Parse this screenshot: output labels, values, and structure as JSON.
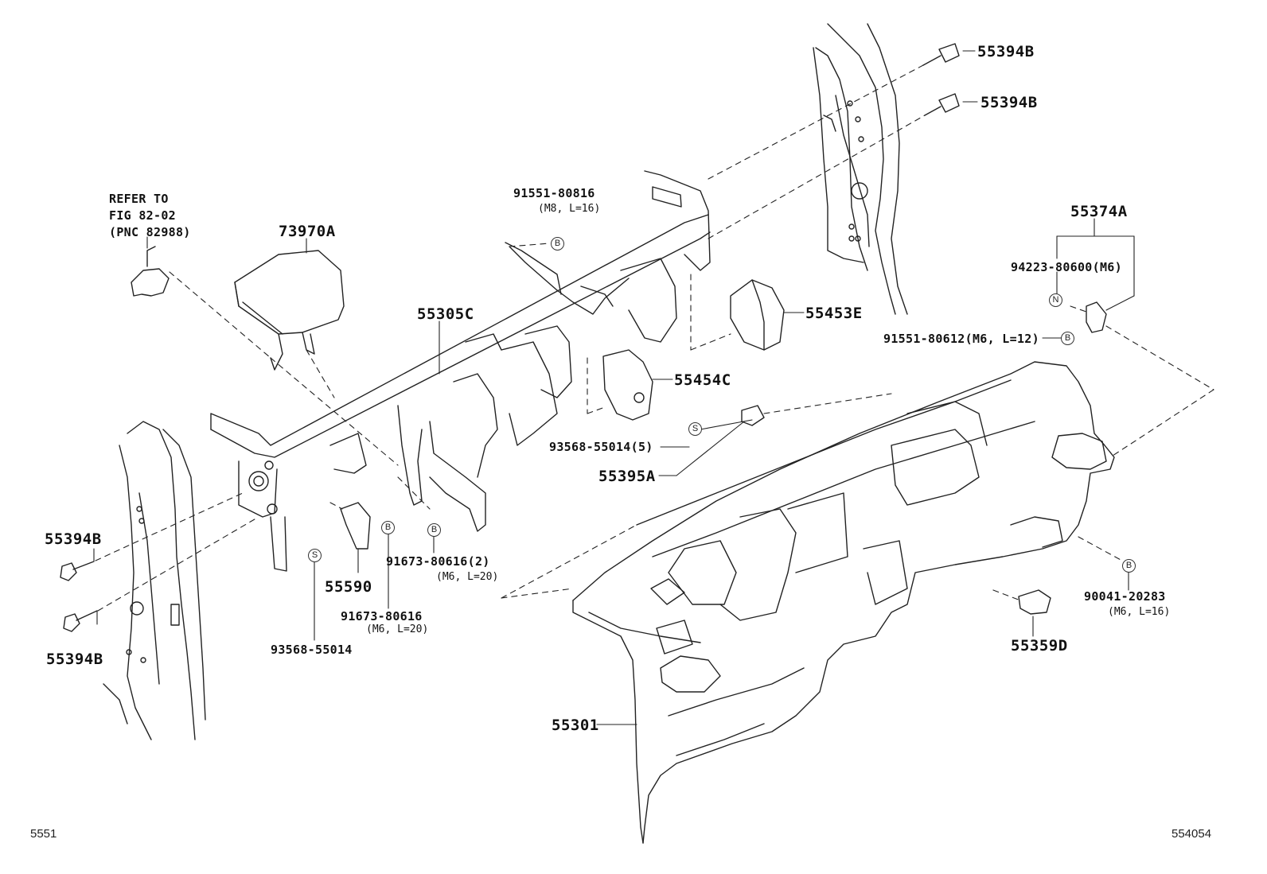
{
  "labels": {
    "refer1": "REFER TO",
    "refer2": "FIG 82-02",
    "refer3": "(PNC 82988)",
    "p73970A": "73970A",
    "p55305C": "55305C",
    "p91551_80816": "91551-80816",
    "p91551_80816_spec": "(M8, L=16)",
    "p55394B_1": "55394B",
    "p55394B_2": "55394B",
    "p55394B_3": "55394B",
    "p55394B_4": "55394B",
    "p55374A": "55374A",
    "p94223": "94223-80600(M6)",
    "p91551_80612": "91551-80612(M6, L=12)",
    "p55453E": "55453E",
    "p55454C": "55454C",
    "p93568_5": "93568-55014(5)",
    "p55395A": "55395A",
    "p91673_2": "91673-80616(2)",
    "p91673_2_spec": "(M6, L=20)",
    "p55590": "55590",
    "p91673": "91673-80616",
    "p91673_spec": "(M6, L=20)",
    "p93568": "93568-55014",
    "p90041": "90041-20283",
    "p90041_spec": "(M6, L=16)",
    "p55359D": "55359D",
    "p55301": "55301"
  },
  "callouts": {
    "b": "B",
    "s": "S",
    "n": "N"
  },
  "footer": {
    "left": "5551",
    "right": "554054"
  }
}
